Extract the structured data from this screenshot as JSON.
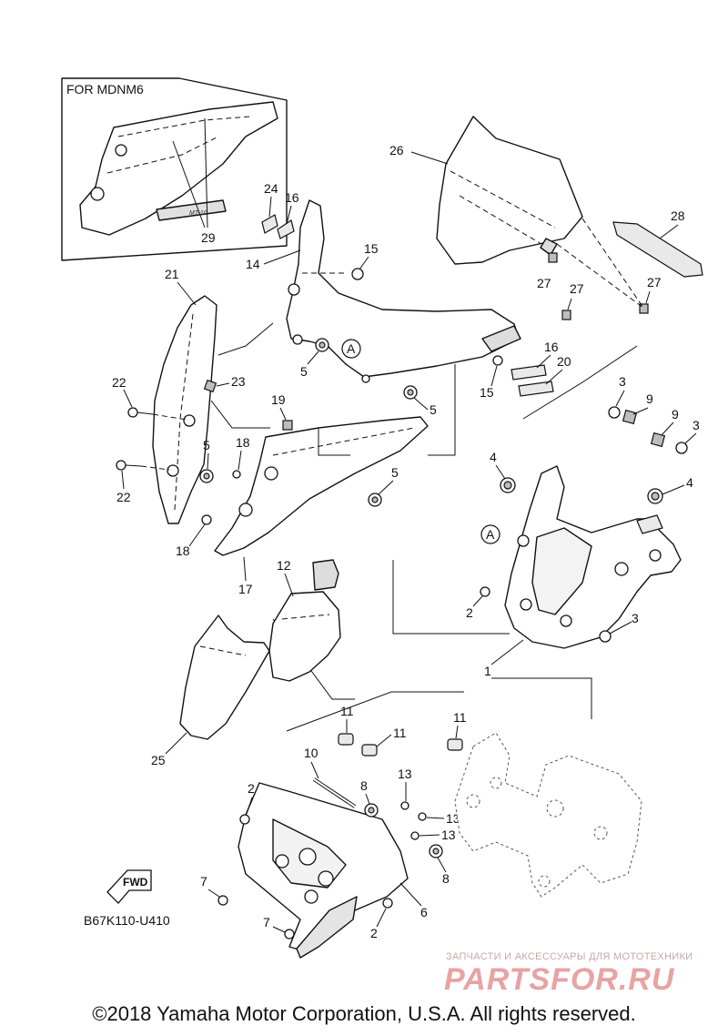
{
  "inset_label": "FOR MDNM6",
  "diagram_code": "B67K110-U410",
  "fwd_label": "FWD",
  "circle_ref": "A",
  "part_numbers": [
    "1",
    "2",
    "3",
    "4",
    "5",
    "6",
    "7",
    "8",
    "9",
    "10",
    "11",
    "12",
    "13",
    "14",
    "15",
    "16",
    "17",
    "18",
    "19",
    "20",
    "21",
    "22",
    "23",
    "24",
    "25",
    "26",
    "27",
    "28",
    "29"
  ],
  "callouts": {
    "p29": "29",
    "p24": "24",
    "p16a": "16",
    "p15a": "15",
    "p14": "14",
    "p26": "26",
    "p28": "28",
    "p27a": "27",
    "p27b": "27",
    "p27c": "27",
    "p21": "21",
    "p5a": "5",
    "p23": "23",
    "p22a": "22",
    "p19": "19",
    "p5b": "5",
    "p15b": "15",
    "p16b": "16",
    "p20": "20",
    "p3a": "3",
    "p9a": "9",
    "p9b": "9",
    "p3b": "3",
    "p4a": "4",
    "p4b": "4",
    "p5c": "5",
    "p18a": "18",
    "p22b": "22",
    "p5d": "5",
    "p18b": "18",
    "p17": "17",
    "p12": "12",
    "p2a": "2",
    "p3c": "3",
    "p1": "1",
    "p25": "25",
    "p11a": "11",
    "p11b": "11",
    "p11c": "11",
    "p10": "10",
    "p13a": "13",
    "p8a": "8",
    "p2b": "2",
    "p13b": "13",
    "p13c": "13",
    "p8b": "8",
    "p7a": "7",
    "p6": "6",
    "p7b": "7",
    "p2c": "2"
  },
  "watermark": {
    "subtitle": "ЗАПЧАСТИ И АКСЕССУАРЫ ДЛЯ МОТОТЕХНИКИ",
    "brand": "PARTSFOR.RU",
    "brand_color": "#e8a3a3"
  },
  "copyright": "©2018 Yamaha Motor Corporation, U.S.A. All rights reserved."
}
